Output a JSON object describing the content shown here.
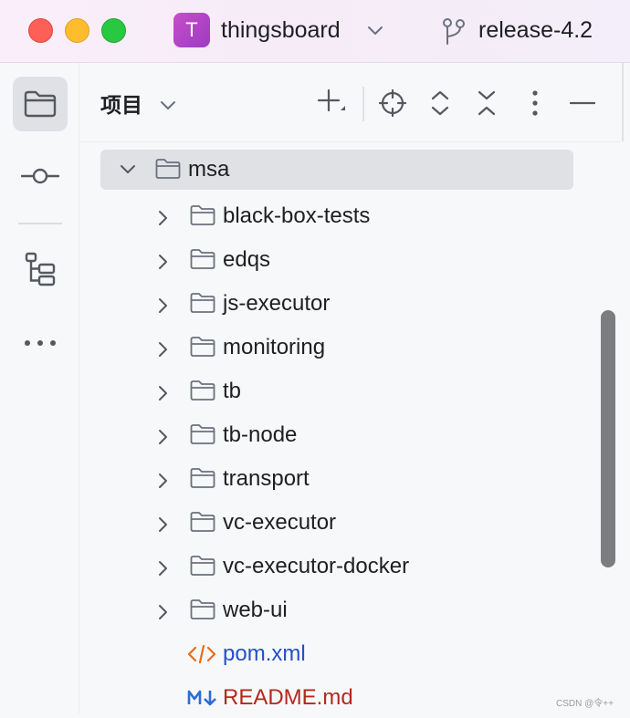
{
  "titlebar": {
    "project_badge": "T",
    "project_name": "thingsboard",
    "branch": "release-4.2",
    "colors": {
      "close": "#fe5f57",
      "minimize": "#febc2e",
      "zoom": "#28c840",
      "badge": "#b547c6"
    }
  },
  "toolstrip": {
    "items": [
      {
        "icon": "folder-icon",
        "active": true
      },
      {
        "icon": "commit-icon",
        "active": false
      },
      {
        "icon": "structure-icon",
        "active": false
      },
      {
        "icon": "more-horizontal-icon",
        "active": false
      }
    ]
  },
  "panel": {
    "title": "项目",
    "actions": [
      "add-icon",
      "locate-icon",
      "expand-all-icon",
      "collapse-all-icon",
      "more-vertical-icon",
      "minimize-icon"
    ]
  },
  "tree": {
    "root": {
      "name": "msa",
      "expanded": true
    },
    "folders": [
      "black-box-tests",
      "edqs",
      "js-executor",
      "monitoring",
      "tb",
      "tb-node",
      "transport",
      "vc-executor",
      "vc-executor-docker",
      "web-ui"
    ],
    "files": [
      {
        "name": "pom.xml",
        "icon": "xml-file-icon",
        "color": "#2351c6"
      },
      {
        "name": "README.md",
        "icon": "markdown-file-icon",
        "color": "#b3291c"
      }
    ]
  },
  "watermark": "CSDN @令++"
}
